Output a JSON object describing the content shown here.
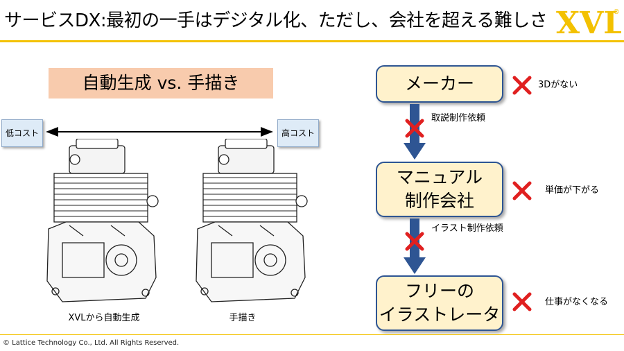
{
  "slide": {
    "title": "サービスDX:最初の一手はデジタル化、ただし、会社を超える難しさ",
    "logo_text": "XVL",
    "logo_mark": "®",
    "footer": "© Lattice Technology Co., Ltd. All Rights Reserved."
  },
  "comparison": {
    "header": "自動生成 vs. 手描き",
    "low_cost": "低コスト",
    "high_cost": "高コスト",
    "left_caption": "XVLから自動生成",
    "right_caption": "手描き"
  },
  "flow": {
    "boxes": [
      {
        "line1": "メーカー",
        "line2": ""
      },
      {
        "line1": "マニュアル",
        "line2": "制作会社"
      },
      {
        "line1": "フリーの",
        "line2": "イラストレータ"
      }
    ],
    "arrows": [
      {
        "label": "取説制作依頼"
      },
      {
        "label": "イラスト制作依頼"
      }
    ],
    "side_notes": [
      "3Dがない",
      "単価が下がる",
      "仕事がなくなる"
    ]
  },
  "colors": {
    "accent_yellow": "#f3c100",
    "header_bg": "#f8cbad",
    "box_bg": "#fff2cc",
    "box_border": "#2e5593",
    "arrow_blue": "#2e5593",
    "x_red": "#e02020",
    "cost_bg": "#deebf7"
  }
}
